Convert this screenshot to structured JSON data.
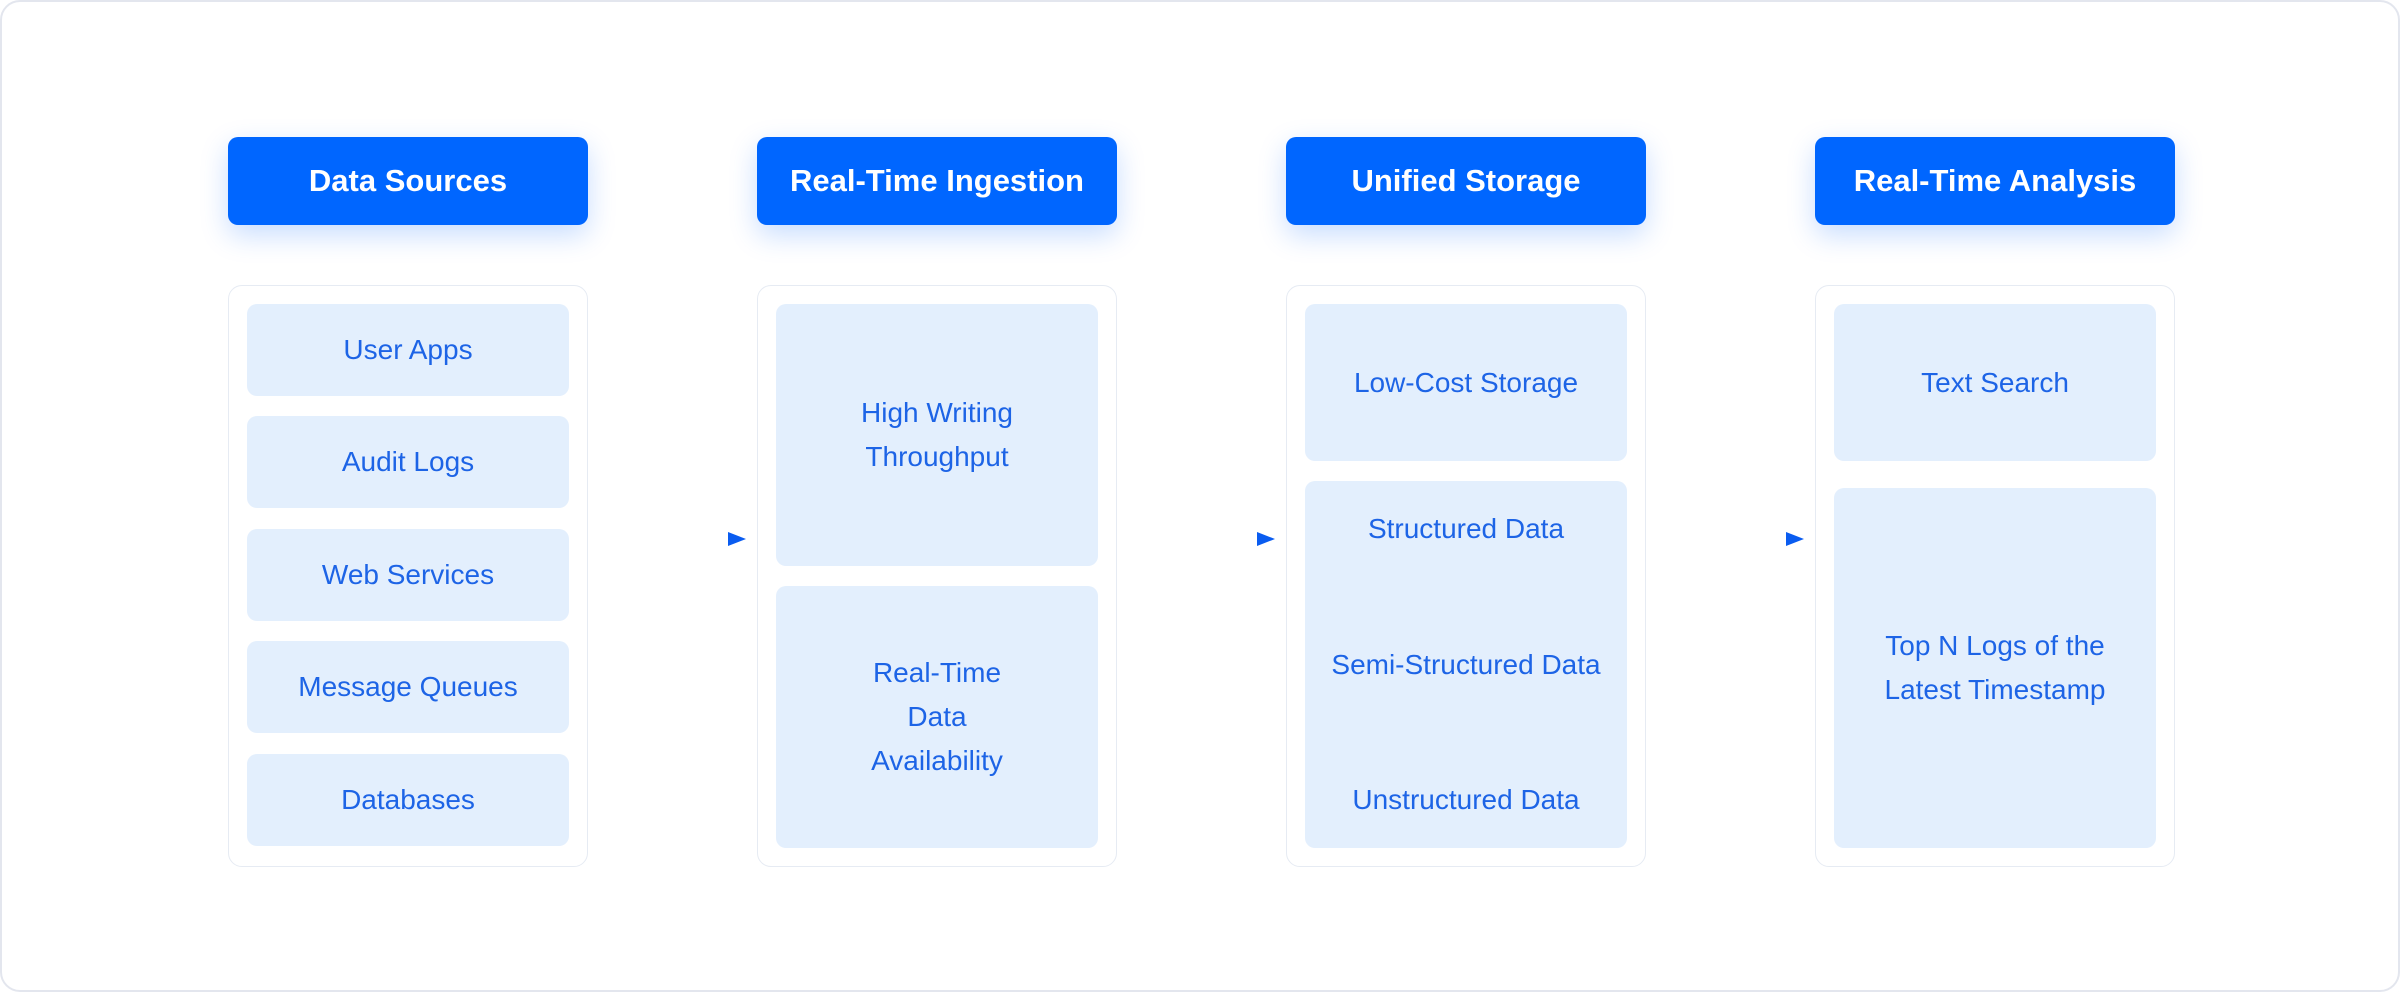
{
  "columns": [
    {
      "title": "Data Sources",
      "items": [
        "User Apps",
        "Audit Logs",
        "Web Services",
        "Message Queues",
        "Databases"
      ]
    },
    {
      "title": "Real-Time Ingestion",
      "items": [
        {
          "line1": "High Writing",
          "line2": "Throughput"
        },
        {
          "line1": "Real-Time",
          "line2": "Data",
          "line3": "Availability"
        }
      ]
    },
    {
      "title": "Unified Storage",
      "items": [
        "Low-Cost Storage",
        {
          "line1": "Structured Data",
          "line2": "Semi-Structured Data",
          "line3": "Unstructured Data"
        }
      ]
    },
    {
      "title": "Real-Time Analysis",
      "items": [
        "Text Search",
        {
          "line1": "Top N Logs of the",
          "line2": "Latest Timestamp"
        }
      ]
    }
  ],
  "colors": {
    "header_bg": "#0066ff",
    "box_bg": "#e3effd",
    "box_text": "#1d64e6",
    "arrow": "#0a5cf0"
  },
  "icons": {
    "connector": "arrow-right-icon"
  }
}
